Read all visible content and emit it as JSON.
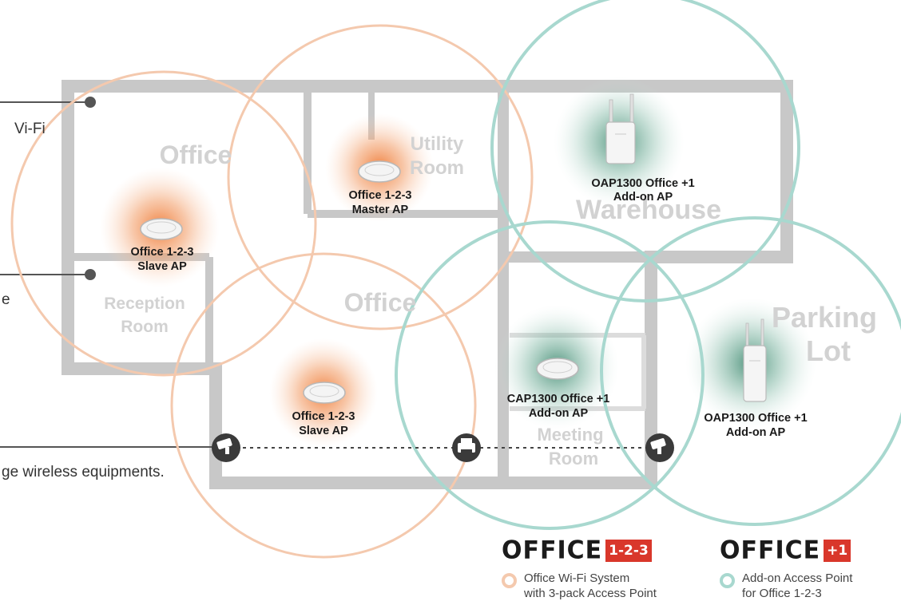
{
  "rooms": {
    "office_top": "Office",
    "utility_line1": "Utility",
    "utility_line2": "Room",
    "warehouse": "Warehouse",
    "reception_line1": "Reception",
    "reception_line2": "Room",
    "office_center": "Office",
    "meeting_line1": "Meeting",
    "meeting_line2": "Room",
    "parking_line1": "Parking",
    "parking_line2": "Lot"
  },
  "access_points": {
    "master": {
      "line1": "Office 1-2-3",
      "line2": "Master AP"
    },
    "slave_left": {
      "line1": "Office 1-2-3",
      "line2": "Slave AP"
    },
    "slave_bottom": {
      "line1": "Office 1-2-3",
      "line2": "Slave AP"
    },
    "oap_warehouse": {
      "line1": "OAP1300 Office +1",
      "line2": "Add-on AP"
    },
    "cap_meeting": {
      "line1": "CAP1300 Office +1",
      "line2": "Add-on AP"
    },
    "oap_parking": {
      "line1": "OAP1300 Office +1",
      "line2": "Add-on AP"
    }
  },
  "edge_text": {
    "wifi_fragment": "Vi-Fi",
    "e_fragment": "e",
    "bottom_fragment": "ge wireless equipments."
  },
  "legend": {
    "office123": {
      "word": "OFFICE",
      "badge": "1-2-3",
      "desc_line1": "Office Wi-Fi System",
      "desc_line2": "with 3-pack Access Point"
    },
    "office_plus1": {
      "word": "OFFICE",
      "badge": "+1",
      "desc_line1": "Add-on Access Point",
      "desc_line2": "for Office 1-2-3"
    }
  },
  "icons": [
    "camera-icon",
    "printer-icon",
    "camera-icon"
  ],
  "colors": {
    "office_ring": "#f4c9ae",
    "addon_ring": "#a8d8cf",
    "office_glow": "#f08a4b",
    "addon_glow": "#3f8f74",
    "wall": "#c8c8c8",
    "room_text": "#d2d2d2",
    "badge_red": "#d9372b"
  }
}
